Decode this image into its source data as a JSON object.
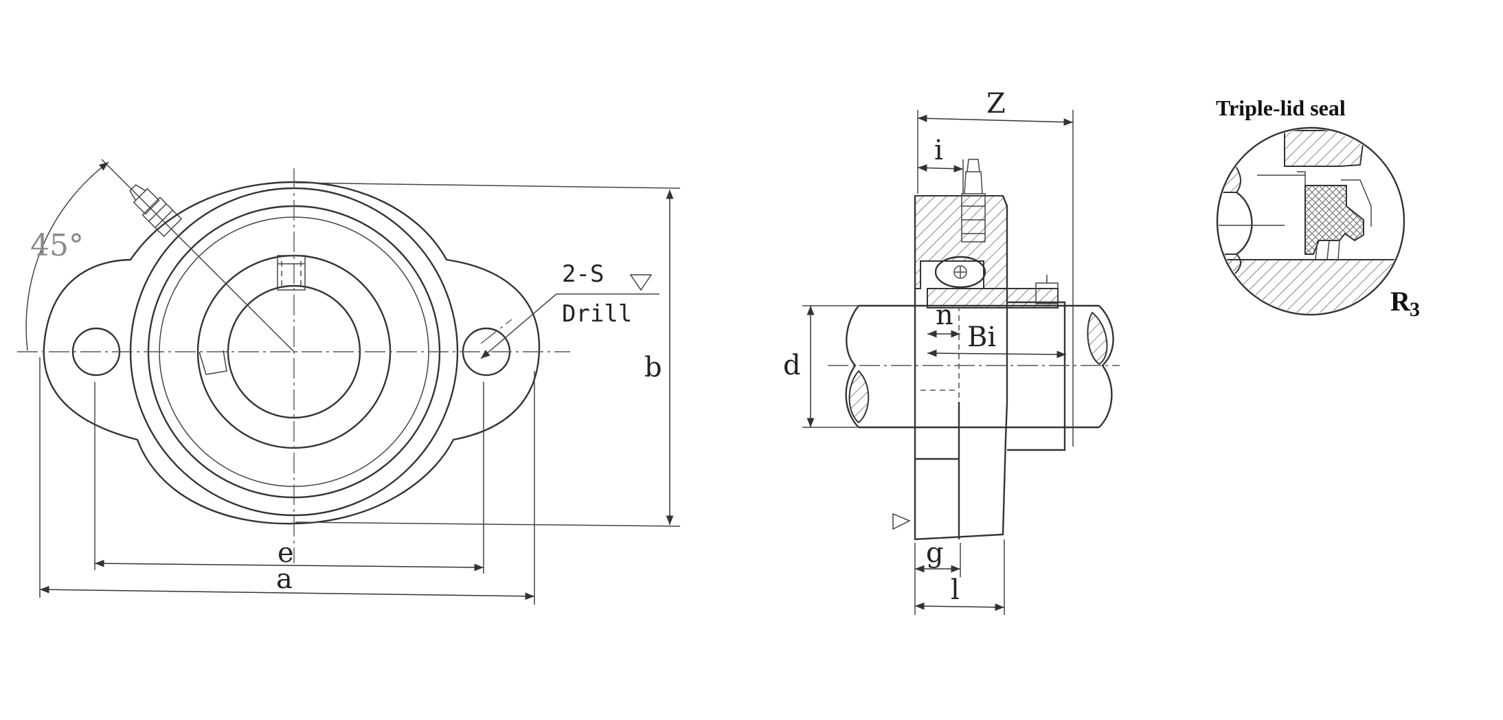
{
  "front_view": {
    "angle_label": "45°",
    "hole_label": "2-S",
    "drill_label": "Drill",
    "dim_e": "e",
    "dim_a": "a",
    "dim_b": "b"
  },
  "side_view": {
    "dim_z": "Z",
    "dim_i": "i",
    "dim_n": "n",
    "dim_bi": "Bi",
    "dim_d": "d",
    "dim_g": "g",
    "dim_l": "l"
  },
  "seal_detail": {
    "title": "Triple-lid seal",
    "radius_label": "R",
    "radius_sub": "3"
  }
}
